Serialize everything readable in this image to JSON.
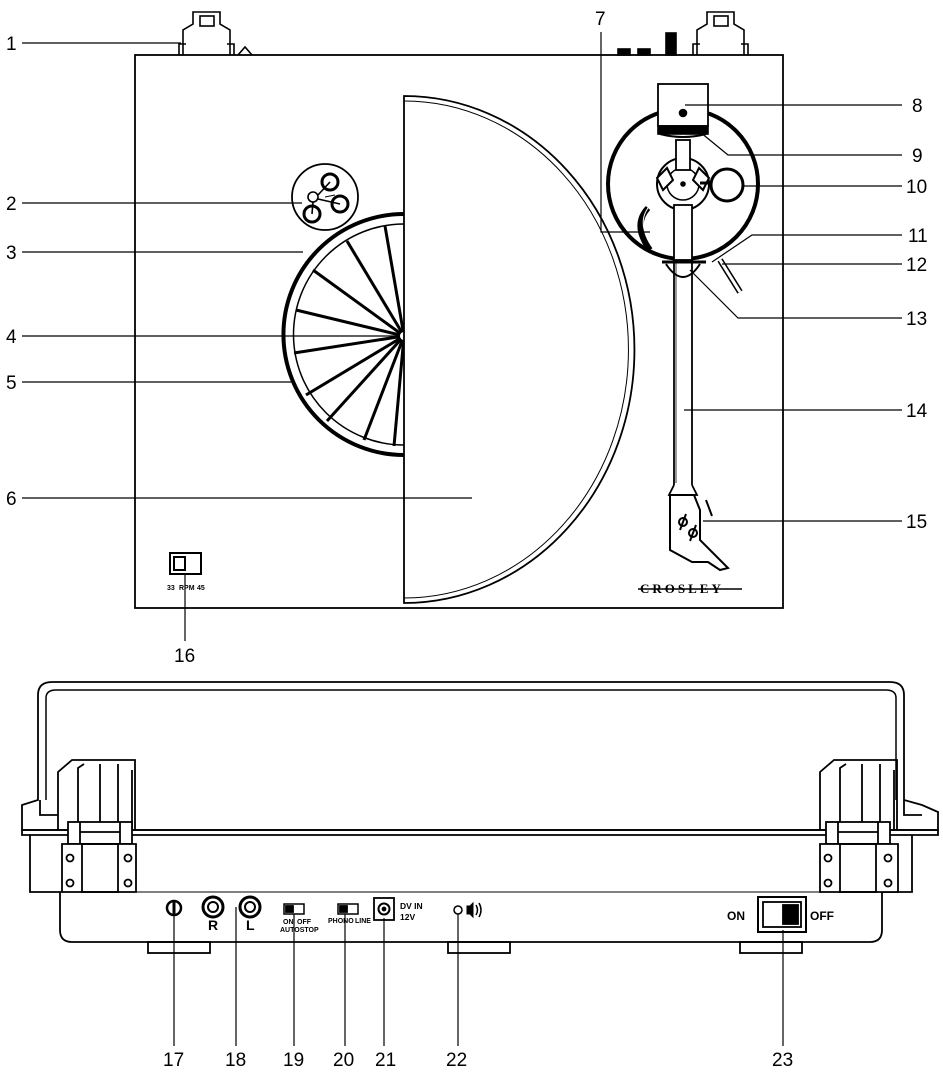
{
  "callouts": [
    "1",
    "2",
    "3",
    "4",
    "5",
    "6",
    "7",
    "8",
    "9",
    "10",
    "11",
    "12",
    "13",
    "14",
    "15",
    "16",
    "17",
    "18",
    "19",
    "20",
    "21",
    "22",
    "23"
  ],
  "labels": {
    "brand": "CROSLEY",
    "rpm_33": "33",
    "rpm_word": "RPM",
    "rpm_45": "45",
    "jack_r": "R",
    "jack_l": "L",
    "autostop_on": "ON",
    "autostop_off": "OFF",
    "autostop_word": "AUTOSTOP",
    "phono": "PHONO",
    "line": "LINE",
    "dc_in": "DV IN",
    "dc_volt": "12V",
    "power_on": "ON",
    "power_off": "OFF"
  }
}
